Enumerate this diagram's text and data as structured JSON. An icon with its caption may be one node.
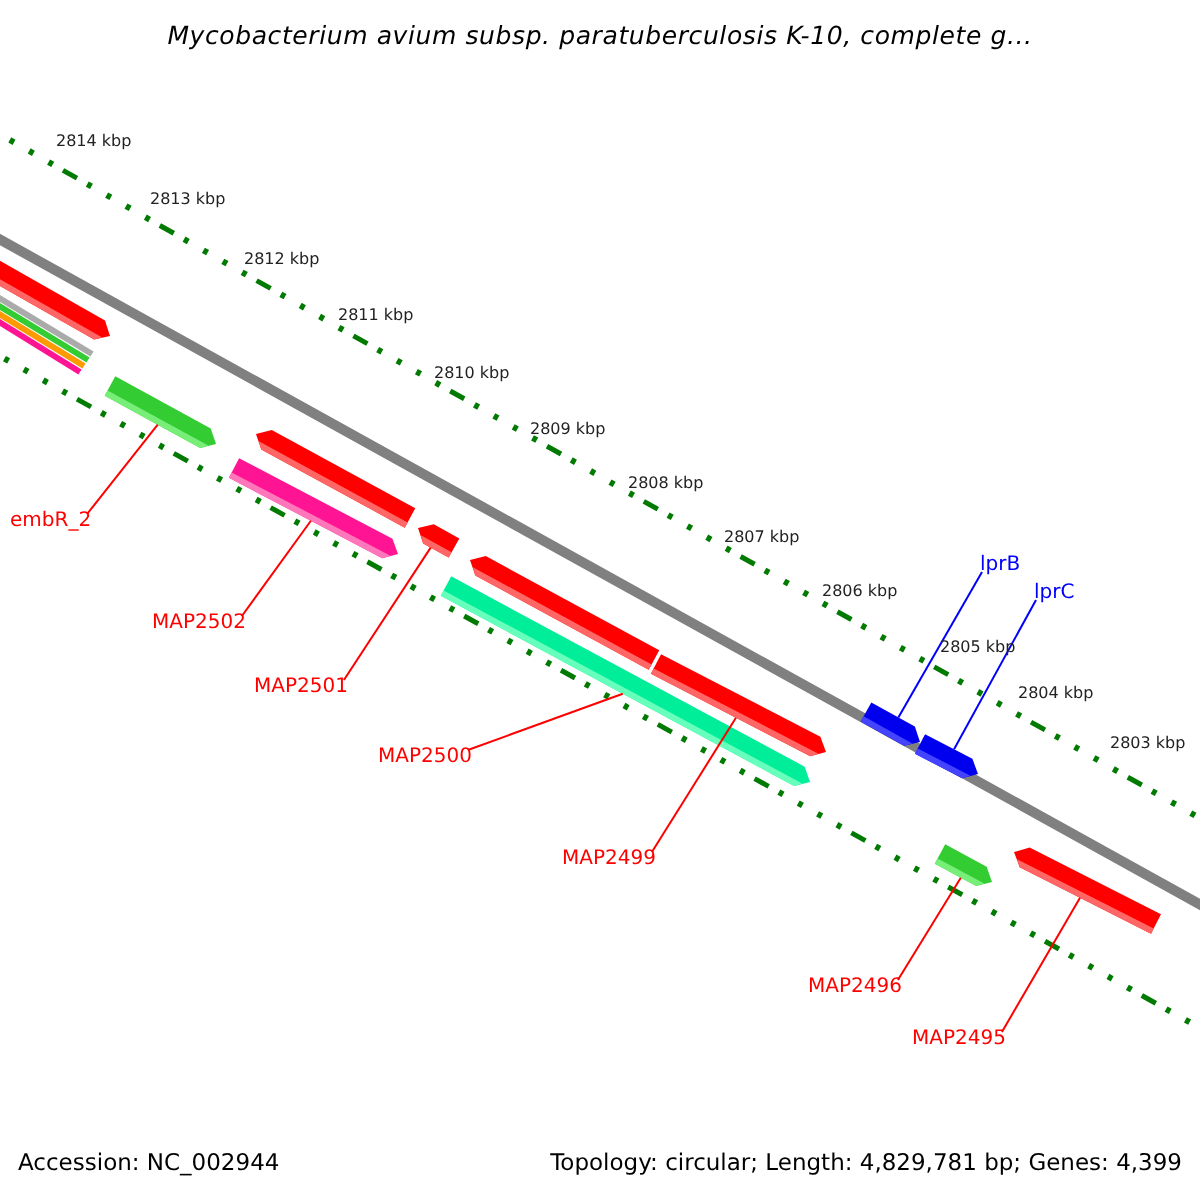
{
  "diagram": {
    "title": "Mycobacterium avium subsp. paratuberculosis K-10, complete g...",
    "nodes": [
      {
        "text": [
          "embR_2"
        ]
      },
      {
        "text": [],
        "shape": "bar"
      },
      {
        "text": [
          "MAP2502"
        ]
      },
      {
        "text": [],
        "shape": "bar"
      },
      {
        "text": [
          "MAP2501"
        ]
      },
      {
        "text": [],
        "shape": "bar"
      },
      {
        "text": [
          "MAP2500"
        ]
      },
      {
        "text": [],
        "shape": "bar"
      },
      {
        "text": [
          "MAP2499"
        ]
      },
      {
        "text": [],
        "shape": "bar"
      },
      {
        "text": [
          "lprB"
        ]
      },
      {
        "text": [],
        "shape": "bar"
      },
      {
        "text": [
          "lprC"
        ]
      },
      {
        "text": [],
        "shape": "bar"
      },
      {
        "text": [
          "MAP2496"
        ]
      },
      {
        "text": [],
        "shape": "bar"
      },
      {
        "text": [
          "MAP2495"
        ]
      },
      {
        "text": [],
        "shape": "bar"
      },
      {
        "text": [],
        "shape": "bar"
      },
      {
        "text": [],
        "shape": "bar"
      },
      {
        "text": [],
        "shape": "bar"
      }
    ],
    "edges": [
      {
        "from": 0,
        "to": 1,
        "arrow": "none"
      },
      {
        "from": 2,
        "to": 3,
        "arrow": "none"
      },
      {
        "from": 4,
        "to": 5,
        "arrow": "none"
      },
      {
        "from": 6,
        "to": 7,
        "arrow": "none"
      },
      {
        "from": 8,
        "to": 9,
        "arrow": "none"
      },
      {
        "from": 10,
        "to": 11,
        "arrow": "none",
        "color": "#0000ff"
      },
      {
        "from": 12,
        "to": 13,
        "arrow": "none",
        "color": "#0000ff"
      },
      {
        "from": 14,
        "to": 15,
        "arrow": "none"
      },
      {
        "from": 16,
        "to": 17,
        "arrow": "none"
      }
    ],
    "labels": [
      "2814 kbp",
      "2813 kbp",
      "2812 kbp",
      "2811 kbp",
      "2810 kbp",
      "2809 kbp",
      "2808 kbp",
      "2807 kbp",
      "2806 kbp",
      "2805 kbp",
      "2804 kbp",
      "2803 kbp",
      "Accession: NC_002944",
      "Topology: circular; Length: 4,829,781 bp; Genes: 4,399"
    ]
  }
}
